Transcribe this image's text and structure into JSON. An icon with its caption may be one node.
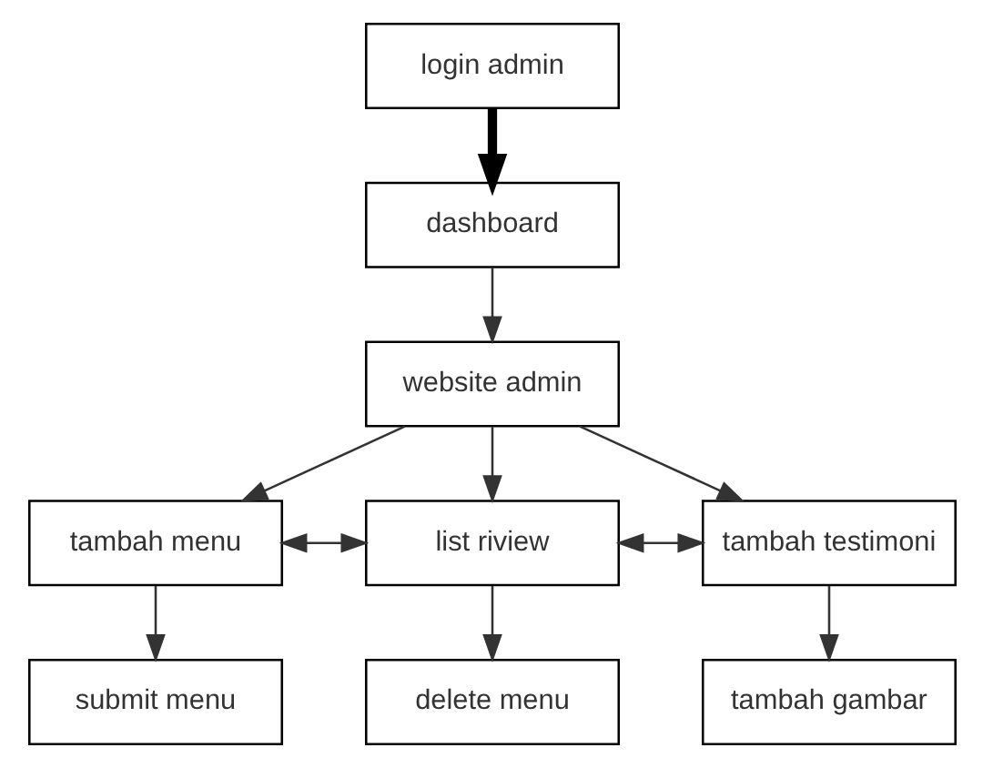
{
  "diagram": {
    "nodes": [
      {
        "text": [
          "login admin"
        ]
      },
      {
        "text": [
          "dashboard"
        ]
      },
      {
        "text": [
          "website admin"
        ]
      },
      {
        "text": [
          "tambah menu"
        ]
      },
      {
        "text": [
          "list riview"
        ]
      },
      {
        "text": [
          "tambah testimoni"
        ]
      },
      {
        "text": [
          "submit menu"
        ]
      },
      {
        "text": [
          "delete menu"
        ]
      },
      {
        "text": [
          "tambah gambar"
        ]
      }
    ],
    "edges": [
      {
        "from": 0,
        "to": 1,
        "arrow": "to",
        "style": "thick"
      },
      {
        "from": 1,
        "to": 2,
        "arrow": "to"
      },
      {
        "from": 2,
        "to": 3,
        "arrow": "to"
      },
      {
        "from": 2,
        "to": 4,
        "arrow": "to"
      },
      {
        "from": 2,
        "to": 5,
        "arrow": "to"
      },
      {
        "from": 3,
        "to": 4,
        "arrow": "both"
      },
      {
        "from": 4,
        "to": 5,
        "arrow": "both"
      },
      {
        "from": 3,
        "to": 6,
        "arrow": "to"
      },
      {
        "from": 4,
        "to": 7,
        "arrow": "to"
      },
      {
        "from": 5,
        "to": 8,
        "arrow": "to"
      }
    ]
  }
}
